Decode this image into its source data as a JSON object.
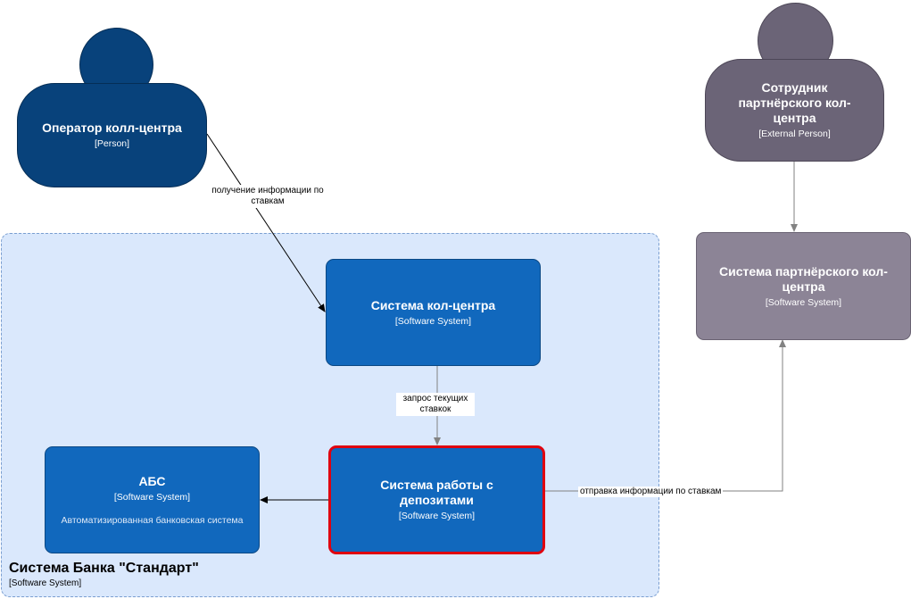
{
  "boundary": {
    "title": "Система Банка \"Стандарт\"",
    "tag": "[Software System]"
  },
  "operator": {
    "title": "Оператор колл-центра",
    "tag": "[Person]"
  },
  "partner_employee": {
    "title": "Сотрудник партнёрского кол-центра",
    "tag": "[External Person]"
  },
  "call_center": {
    "title": "Система кол-центра",
    "tag": "[Software System]"
  },
  "deposits": {
    "title": "Система работы с депозитами",
    "tag": "[Software System]"
  },
  "abs": {
    "title": "АБС",
    "tag": "[Software System]",
    "description": "Автоматизированная банковская система"
  },
  "partner_system": {
    "title": "Система партнёрского кол-центра",
    "tag": "[Software System]"
  },
  "edges": {
    "operator_to_callcenter": "получение информации по ставкам",
    "callcenter_to_deposits": "запрос текущих ставкок",
    "deposits_to_partner": "отправка информации по ставкам"
  },
  "colors": {
    "person_internal": "#08427b",
    "person_external": "#6b6477",
    "system_internal": "#1168bd",
    "system_external": "#8c8496",
    "boundary_fill": "#dae8fc",
    "highlight_border": "#e0000f"
  }
}
